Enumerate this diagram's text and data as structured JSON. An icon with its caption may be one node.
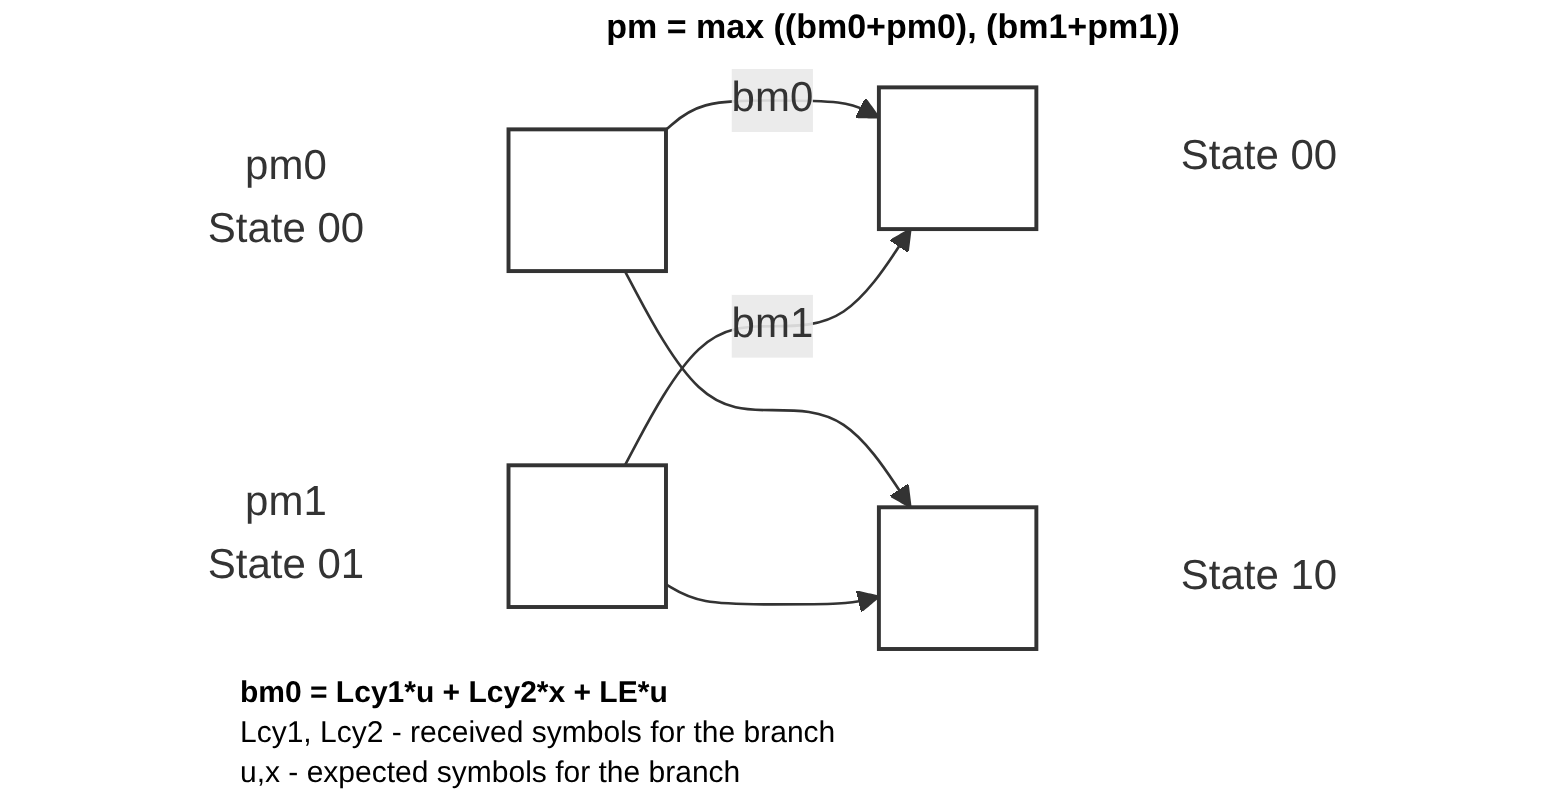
{
  "diagram": {
    "title": "pm = max ((bm0+pm0), (bm1+pm1))",
    "nodes": [
      {
        "text": [],
        "shape": "box",
        "beside": [
          "pm0",
          "State 00"
        ]
      },
      {
        "text": [],
        "shape": "box",
        "beside": [
          "State 00"
        ]
      },
      {
        "text": [],
        "shape": "box",
        "beside": [
          "pm1",
          "State 01"
        ]
      },
      {
        "text": [],
        "shape": "box",
        "beside": [
          "State 10"
        ]
      }
    ],
    "edges": [
      {
        "from": 0,
        "to": 1,
        "arrow": "to",
        "label": "bm0"
      },
      {
        "from": 0,
        "to": 3,
        "arrow": "to"
      },
      {
        "from": 2,
        "to": 1,
        "arrow": "to",
        "label": "bm1"
      },
      {
        "from": 2,
        "to": 3,
        "arrow": "to"
      }
    ],
    "labels": [
      "bm0 = Lcy1*u + Lcy2*x + LE*u",
      "Lcy1, Lcy2 - received symbols for the branch",
      "u,x - expected symbols for the branch"
    ]
  }
}
